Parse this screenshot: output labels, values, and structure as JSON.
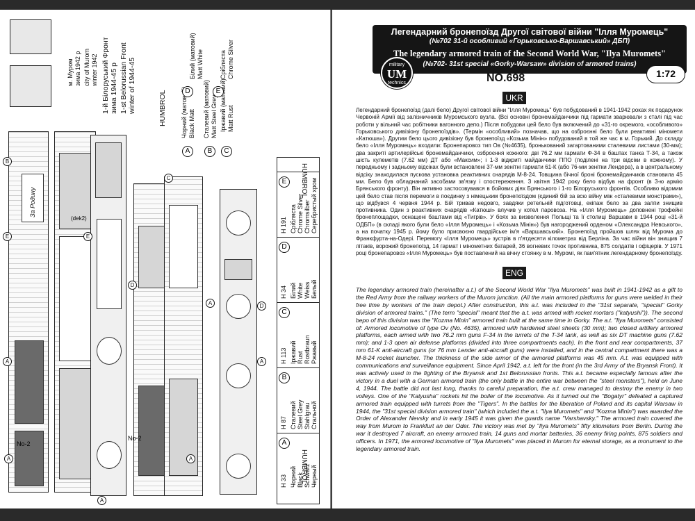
{
  "left_page": {
    "captions": {
      "murom_ukr": "м. Муром",
      "murom_ukr_2": "зима 1942 р",
      "murom_eng": "city of Murom",
      "murom_eng_2": "winter 1942",
      "front_ukr": "1-й Білоруський Фронт",
      "front_ukr_2": "зима 1944-45 р",
      "front_eng": "1-st Belorussian Front",
      "front_eng_2": "winter of 1944-45",
      "humbrol": "HUMBROL",
      "za_rodinu": "За Родину",
      "dek": "(dek2)",
      "no2_a": "No-2",
      "no2_b": "No-2"
    },
    "color_key": [
      {
        "letter": "A",
        "ukr": "Чорний (матовий)",
        "eng": "Black Matt"
      },
      {
        "letter": "B",
        "ukr": "Сталевий (матовий)",
        "eng": "Matt Steel Grey"
      },
      {
        "letter": "C",
        "ukr": "Іржавий (матовий)",
        "eng": "Matt Rust"
      },
      {
        "letter": "D",
        "ukr": "Білий (матовий)",
        "eng": "Matt White"
      },
      {
        "letter": "E",
        "ukr": "Срібляста",
        "eng": "Chrome Silver"
      }
    ],
    "humbrol_table": {
      "header": "HUMBROL",
      "footer": "HUMBROL",
      "rows": [
        {
          "letter": "E",
          "code": "H 191",
          "names": [
            "Срібляста",
            "Chrome Silver",
            "Chromsilber",
            "Серебристый хром"
          ]
        },
        {
          "letter": "D",
          "code": "H 34",
          "names": [
            "Білий",
            "White",
            "Weiss",
            "Белый"
          ]
        },
        {
          "letter": "C",
          "code": "H 113",
          "names": [
            "Іржавий",
            "Rust",
            "Rostbraun",
            "Ржавый"
          ]
        },
        {
          "letter": "B",
          "code": "H 87",
          "names": [
            "Сталевий",
            "Steel Grey",
            "Stahlgrau",
            "Стальной"
          ]
        },
        {
          "letter": "A",
          "code": "H 33",
          "names": [
            "Чорний",
            "Black",
            "Schwarz",
            "Черный"
          ]
        }
      ]
    }
  },
  "right_page": {
    "banner": {
      "line1": "Легендарний бронепоїзд Другої світової війни \"Ілля Муромець\"",
      "line2": "(№702 31-й особливий «Горьковсько-Варшавський» ДБП)",
      "line3": "The legendary armored train of the Second World War, \"Ilya Muromets\"",
      "line4": "(№702- 31st special «Gorky-Warsaw» division of armored trains)"
    },
    "logo": {
      "top": "military",
      "mark": "UM",
      "bottom": "technics"
    },
    "scale": "1:72",
    "kit_number": "NO.698",
    "ukr_tag": "UKR",
    "eng_tag": "ENG",
    "ukr_text": "Легендарний бронепоїзд (далі бело) Другої світової війни \"Ілля Муромець\" був побудований в 1941-1942 роках як подарунок Червоній Армії від залізничників Муромського вузла. (Всі основні бронемайданчики під гармати зварювали з сталі під час роботи у вільний час робітники вагонного депо.) Після побудови цей бело був включений до «31-го окремого, «особливого» Горьковського дивізіону бронепоїздів». (Термін «особливий» позначав, що на озброєнні бело були реактивні міномети «Катюша»). Другим бело цього дивізіону був бронепоїзд «Козьма Мінін» побудований в той же час в м. Горький. До складу бело «Ілля Муромець» входили: Бронепаровоз тип Ов (№4635), бронькований загартованими сталевими листами (30-мм); два закриті артилерійські бронемайданчики, озброєння кожного: дві 76.2 мм гармати Ф-34 в баштах танка Т-34, а також шість кулеметів (7.62 мм) ДТ або «Максим»; і 1-3 відкриті майданчики ППО (поділені на три відсіки в кожному). У передньому і задньому відсіках були встановлені 37-мм зенітні гармати 61-К (або 76-мм зенітки Лендера), а в центральному відсіку знаходилася пускова установка реактивних снарядів М-8-24. Товщина бічної броні бронемайданчиків становила 45 мм. Бело був обладнаний засобами зв'язку і спостереження. З квітня 1942 року бело відбув на фронт (в 3-ю армію Брянського фронту). Він активно застосовувався в бойових діях Брянського і 1-го Білоруського фронтів. Особливо відомим цей бело став після перемоги в поєдинку з німецьким бронепоїздом (єдиний бій за всю війну між «сталевими монстрами»), що відбувся 4 червня 1944 р. Бій тривав недовго, завдяки ретельній підготовці, екіпаж бело за два залпи знищив противника. Один з реактивних снарядів «Катюші» влучив у котел паровоза. На «Ілля Муромець» доповнені трофейні бронеплощадки, оснащені баштами від «Тигрів». У боях за визволення Польщі та її столиці Варшави в 1944 році «31-й ОДБП» (в складі якого були бело «Ілля Муромець» і «Козьма Мінін») був нагороджений орденом «Олександра Невського», а на початку 1945 р. йому було присвоєно гвардійське ім'я «Варшавський». Бронепоїзд пройшов шлях від Мурома до Франкфурта-на-Одері. Перемогу «Ілля Муромець» зустрів в п'ятдесяти кілометрах від Берліна. За час війни він знищив 7 літаків, ворожий бронепоїзд, 14 гармат і мінометних батарей, 36 вогневих точок противника, 875 солдатів і офіцерів. У 1971 році бронепаровоз «Ілля Муромець» був поставлений на вічну стоянку в м. Муромі, як пам'ятник легендарному бронепоїзду.",
    "eng_text": "The legendary armored train (hereinafter a.t.) of the Second World War \"Ilya Muromets\" was built in 1941-1942 as a gift to the Red Army from the railway workers of the Murom junction. (All the main armored platforms for guns were welded in their free time by workers of the train depot.) After construction, this a.t. was included in the \"31st separate, \"special\" Gorky division of armored trains.\" (The term \"special\" meant that the a.t. was armed with rocket mortars (\"katyushi\")). The second bepo of this division was the \"Kozma Minin\" armored train built at the same time in Gorky. The a.t. \"Ilya Muromets\" consisted of: Armored locomotive of type Ov (No. 4635), armored with hardened steel sheets (30 mm); two closed artillery armored platforms, each armed with two 76.2 mm guns F-34 in the turrets of the T-34 tank, as well as six DT machine guns (7.62 mm); and 1-3 open air defense platforms (divided into three compartments each). In the front and rear compartments, 37 mm 61-K anti-aircraft guns (or 76 mm Lender anti-aircraft guns) were installed, and in the central compartment there was a M-8-24 rocket launcher. The thickness of the side armor of the armored platforms was 45 mm. A.t. was equipped with communications and surveillance equipment. Since April 1942, a.t. left for the front (in the 3rd Army of the Bryansk Front). It was actively used in the fighting of the Bryansk and 1st Belorussian fronts. This a.t. became especially famous after the victory in a duel with a German armored train (the only battle in the entire war between the \"steel monsters\"), held on June 4, 1944. The battle did not last long, thanks to careful preparation, the a.t. crew managed to destroy the enemy in two volleys. One of the \"Katyusha\" rockets hit the boiler of the locomotive. As it turned out the \"Bogatyr\" defeated a captured armored train equipped with turrets from the \"Tigers\". In the battles for the liberation of Poland and its capital Warsaw in 1944, the \"31st special division armored train\" (which included the a.t. \"Ilya Muromets\" and \"Kozma Minin\") was awarded the Order of Alexander Nevsky and in early 1945 it was given the guards name \"Varshavsky.\" The armored train covered the way from Murom to Frankfurt an der Oder. The victory was met by \"Ilya Muromets\" fifty kilometers from Berlin. During the war it destroyed 7 aircraft, an enemy armored train, 14 guns and mortar batteries, 36 enemy firing points, 875 soldiers and officers. In 1971, the armored locomotive of \"Ilya Muromets\" was placed in Murom for eternal storage, as a monument to the legendary armored train."
  }
}
